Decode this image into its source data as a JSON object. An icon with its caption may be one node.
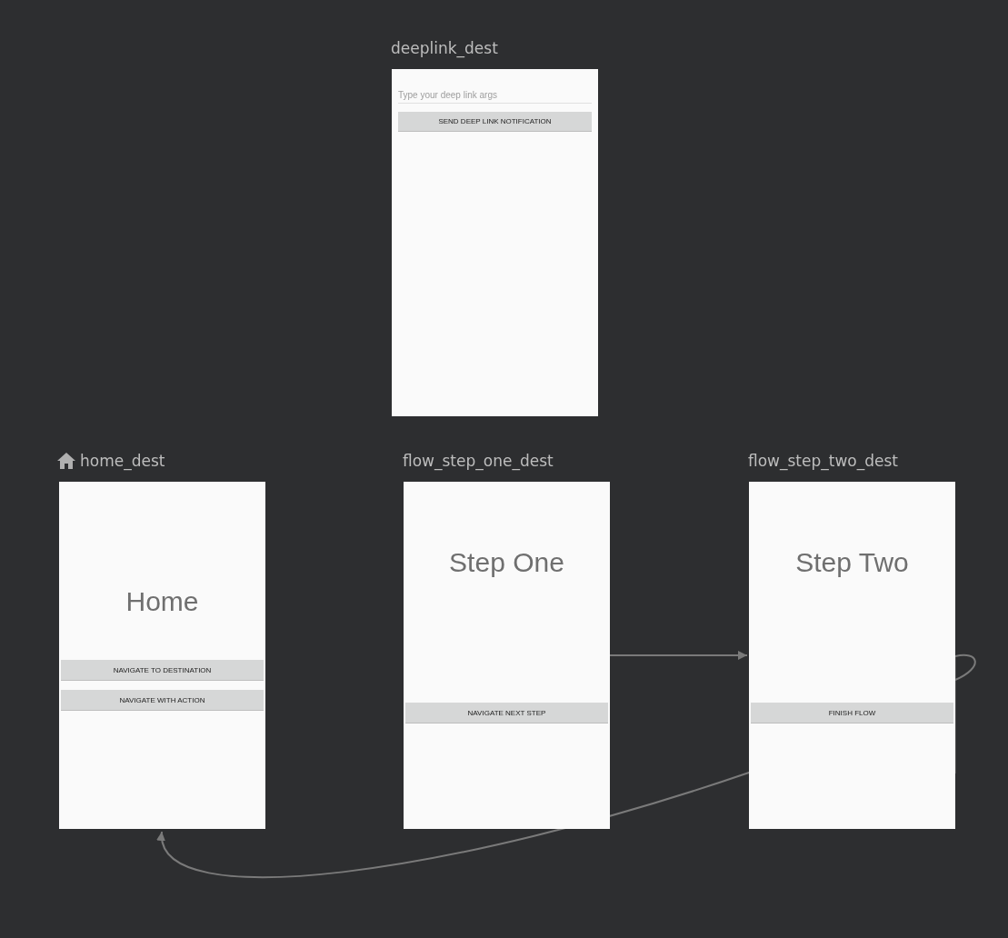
{
  "diagram": {
    "nodes": [
      {
        "text": [
          "deeplink_dest"
        ]
      },
      {
        "text": [
          "Type your deep link args"
        ],
        "in": 0
      },
      {
        "text": [
          "SEND DEEP LINK NOTIFICATION"
        ],
        "in": 0
      },
      {
        "text": [
          "home_dest",
          "Home"
        ]
      },
      {
        "text": [
          "NAVIGATE TO DESTINATION"
        ],
        "in": 3
      },
      {
        "text": [
          "NAVIGATE WITH ACTION"
        ],
        "in": 3
      },
      {
        "text": [
          "flow_step_one_dest",
          "Step One"
        ]
      },
      {
        "text": [
          "NAVIGATE NEXT STEP"
        ],
        "in": 6
      },
      {
        "text": [
          "flow_step_two_dest",
          "Step Two"
        ]
      },
      {
        "text": [
          "FINISH FLOW"
        ],
        "in": 8
      }
    ],
    "edges": [
      {
        "from": 6,
        "to": 8,
        "arrow": "to"
      },
      {
        "from": 8,
        "to": 3,
        "arrow": "to"
      }
    ]
  }
}
